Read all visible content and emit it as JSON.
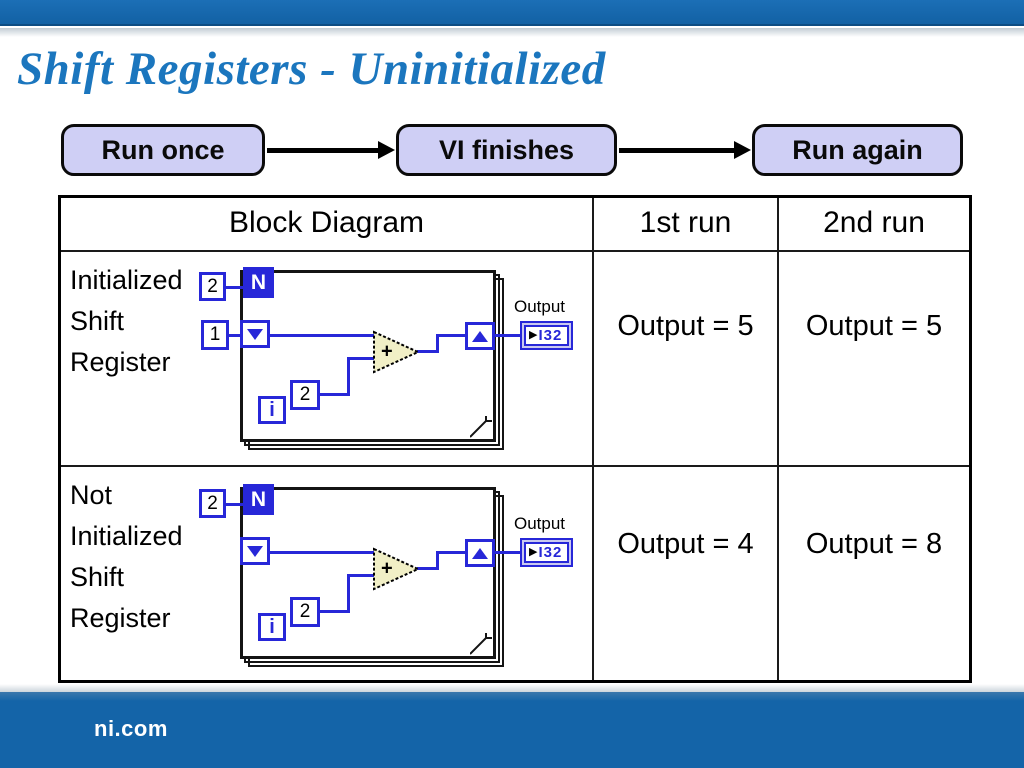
{
  "slide": {
    "title": "Shift Registers - Uninitialized",
    "brand": "ni.com"
  },
  "flow": {
    "steps": [
      "Run once",
      "VI finishes",
      "Run again"
    ]
  },
  "table": {
    "headers": {
      "block_diagram": "Block Diagram",
      "first_run": "1st run",
      "second_run": "2nd run"
    },
    "rows": [
      {
        "label_lines": [
          "Initialized",
          "Shift",
          "Register"
        ],
        "first_run": "Output = 5",
        "second_run": "Output = 5"
      },
      {
        "label_lines": [
          "Not",
          "Initialized",
          "Shift",
          "Register"
        ],
        "first_run": "Output = 4",
        "second_run": "Output = 8"
      }
    ]
  },
  "diagram": {
    "count_value": "2",
    "loop_count_label": "N",
    "init_value": "1",
    "increment_value": "2",
    "add_symbol": "+",
    "iteration_label": "i",
    "output_label": "Output",
    "indicator_glyph": "▶",
    "indicator_type": "I32"
  },
  "colors": {
    "bar_blue": "#1464a8",
    "title_blue": "#1b76be",
    "labview_blue": "#2727d8",
    "node_fill": "#f1efc6",
    "button_fill": "#cfcff5"
  }
}
